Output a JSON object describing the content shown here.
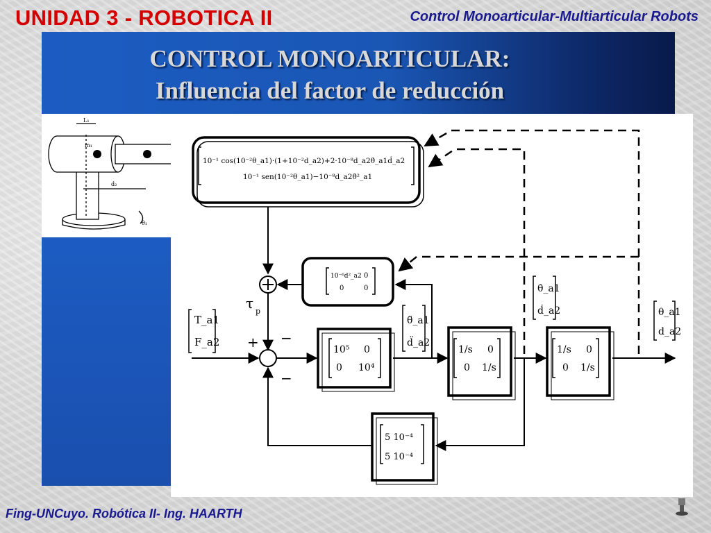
{
  "header": {
    "left_title": "UNIDAD 3 - ROBOTICA II",
    "right_title": "Control Monoarticular-Multiarticular Robots"
  },
  "slide": {
    "title_line1": "CONTROL MONOARTICULAR:",
    "title_line2": "Influencia del factor de reducción"
  },
  "robot_sketch": {
    "label_L1": "L₁",
    "label_m1": "m₁",
    "label_d2": "d₂",
    "label_theta1": "θ₁"
  },
  "diagram": {
    "top_block_line1": "10⁻¹ cos(10⁻²θ_a1)·(1+10⁻²d_a2)+2·10⁻⁸d_a2θ̇_a1ḋ_a2",
    "top_block_line2": "10⁻¹ sen(10⁻²θ_a1)−10⁻⁸d_a2θ̇²_a1",
    "small_block_r1c1": "10⁻⁶d²_a2",
    "small_block_r1c2": "0",
    "small_block_r2c1": "0",
    "small_block_r2c2": "0",
    "gain_r1c1": "10⁵",
    "gain_r1c2": "0",
    "gain_r2c1": "0",
    "gain_r2c2": "10⁴",
    "int1_r1c1": "1/s",
    "int1_r1c2": "0",
    "int1_r2c1": "0",
    "int1_r2c2": "1/s",
    "int2_r1c1": "1/s",
    "int2_r1c2": "0",
    "int2_r2c1": "0",
    "int2_r2c2": "1/s",
    "feedback_r1": "5 10⁻⁴",
    "feedback_r2": "5 10⁻⁴",
    "input_top": "T_a1",
    "input_bottom": "F_a2",
    "tau_label": "τ",
    "tau_sub": "p",
    "plus_sign": "+",
    "minus_sign_1": "−",
    "minus_sign_2": "−",
    "accel_top": "θ̈_a1",
    "accel_bottom": "d̈_a2",
    "vel_top": "θ̇_a1",
    "vel_bottom": "ḋ_a2",
    "out_top": "θ_a1",
    "out_bottom": "d_a2"
  },
  "footer": {
    "text": "Fing-UNCuyo. Robótica II- Ing.  HAARTH"
  }
}
